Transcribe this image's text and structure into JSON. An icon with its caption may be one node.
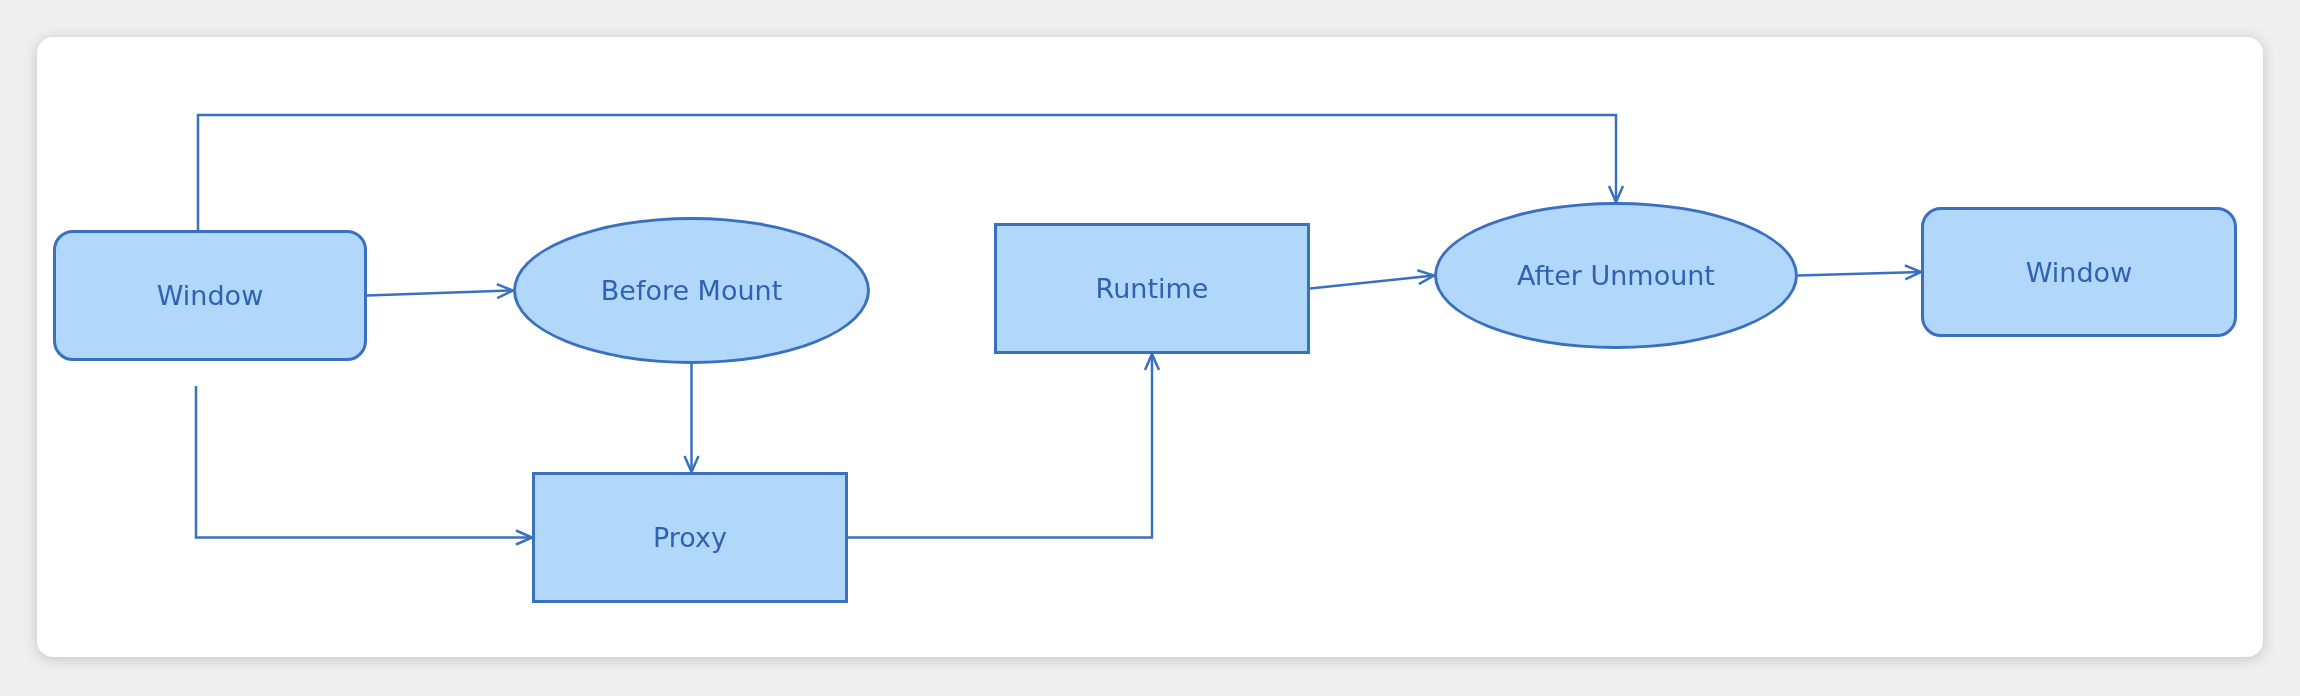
{
  "diagram": {
    "nodes": [
      {
        "text": [
          "Window"
        ]
      },
      {
        "text": [
          "Before Mount"
        ]
      },
      {
        "text": [
          "Runtime"
        ]
      },
      {
        "text": [
          "After Unmount"
        ]
      },
      {
        "text": [
          "Window"
        ]
      },
      {
        "text": [
          "Proxy"
        ]
      }
    ],
    "edges": [
      {
        "from": 0,
        "to": 1,
        "arrow": "to"
      },
      {
        "from": 0,
        "to": 3,
        "arrow": "to"
      },
      {
        "from": 0,
        "to": 5,
        "arrow": "to"
      },
      {
        "from": 1,
        "to": 5,
        "arrow": "to"
      },
      {
        "from": 5,
        "to": 2,
        "arrow": "to"
      },
      {
        "from": 2,
        "to": 3,
        "arrow": "to"
      },
      {
        "from": 3,
        "to": 4,
        "arrow": "to"
      }
    ]
  }
}
